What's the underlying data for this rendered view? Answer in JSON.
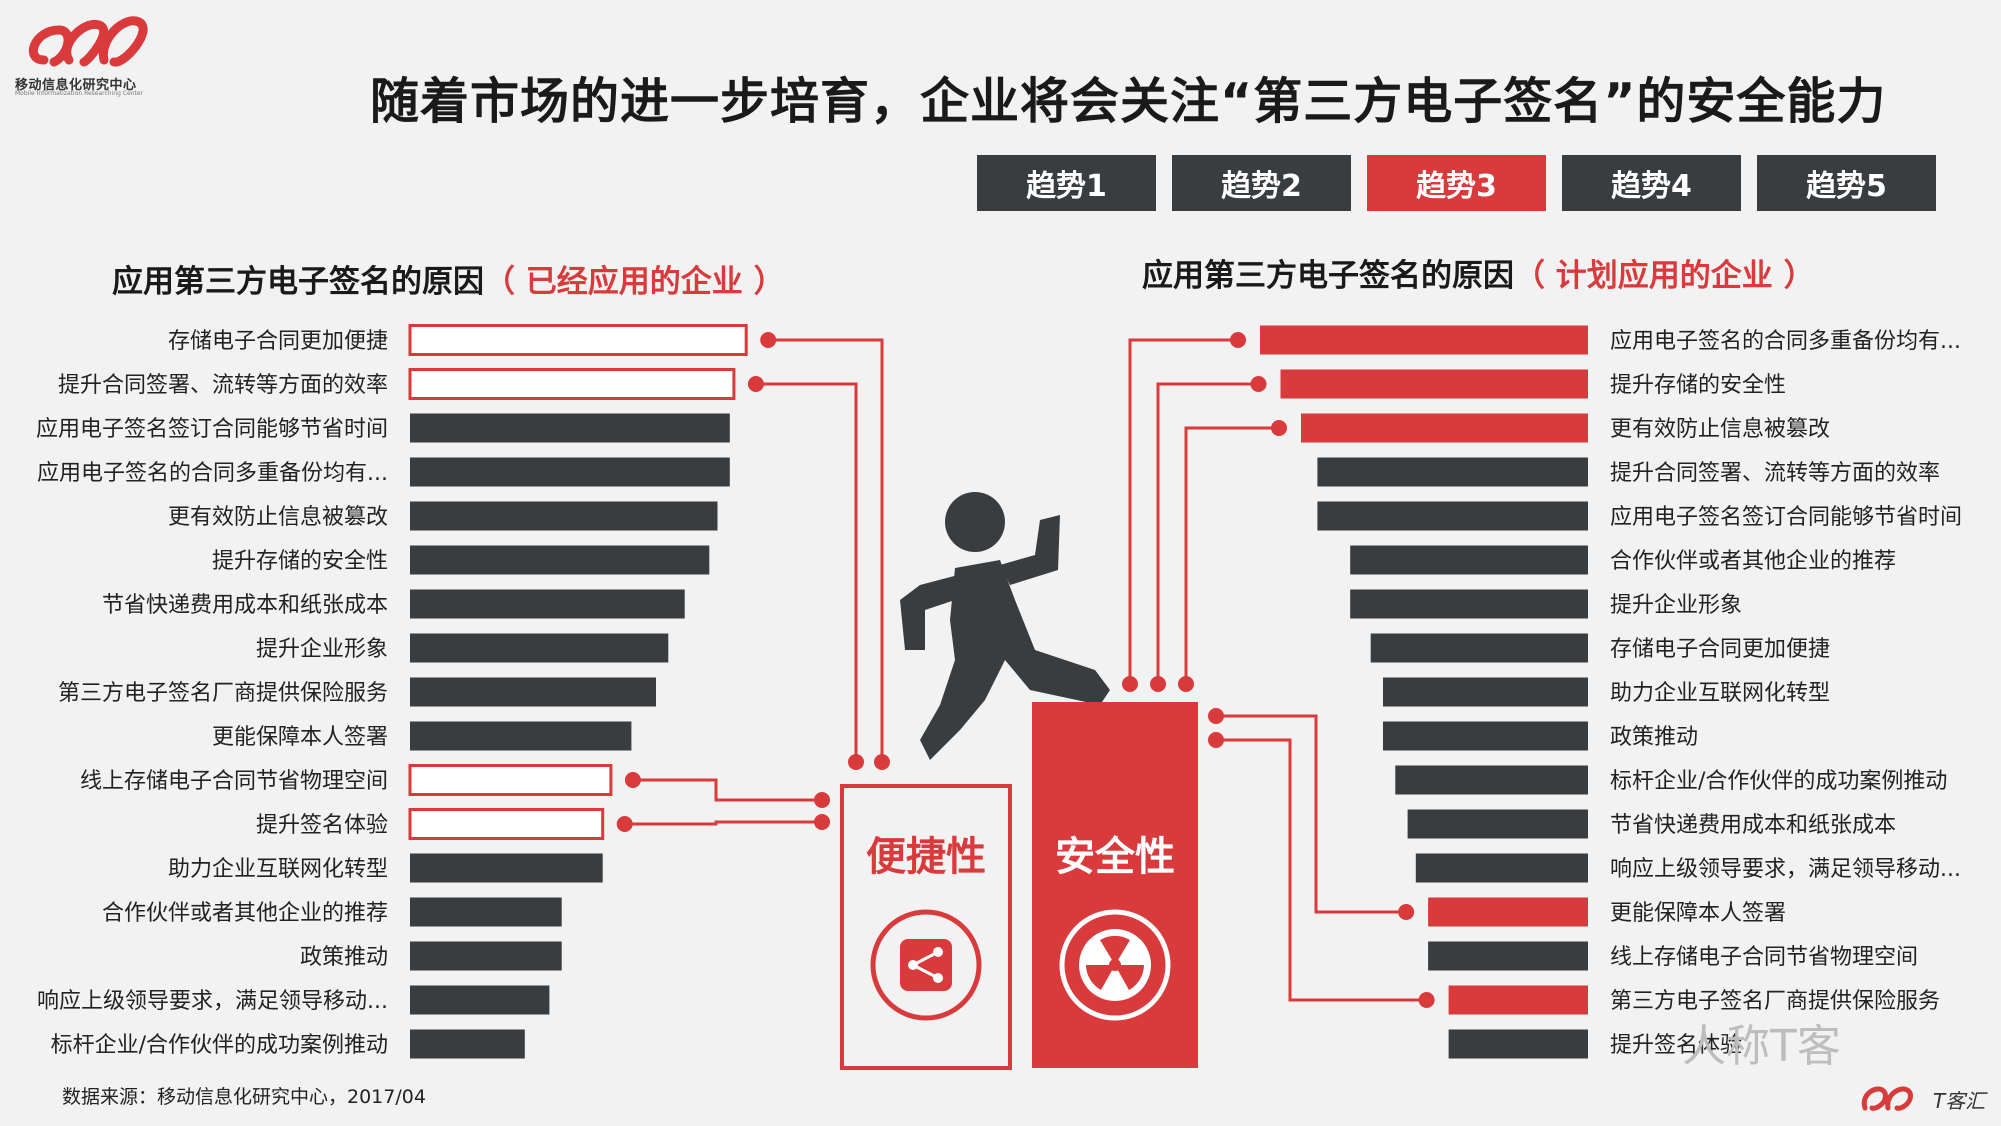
{
  "header": {
    "logo_name": "移动信息化研究中心",
    "logo_sub": "Mobile Informatization Researching Center",
    "title": "随着市场的进一步培育，企业将会关注“第三方电子签名”的安全能力"
  },
  "tabs": [
    {
      "label": "趋势1",
      "active": false
    },
    {
      "label": "趋势2",
      "active": false
    },
    {
      "label": "趋势3",
      "active": true
    },
    {
      "label": "趋势4",
      "active": false
    },
    {
      "label": "趋势5",
      "active": false
    }
  ],
  "left_section": {
    "title_main": "应用第三方电子签名的原因",
    "title_accent": "（ 已经应用的企业 ）"
  },
  "right_section": {
    "title_main": "应用第三方电子签名的原因",
    "title_accent": "（ 计划应用的企业 ）"
  },
  "center": {
    "convenience_label": "便捷性",
    "security_label": "安全性",
    "convenience_icon": "share-icon",
    "security_icon": "radiation-icon"
  },
  "colors": {
    "accent": "#d93a3c",
    "dark_bar": "#3a3d40",
    "background": "#f2f2f2"
  },
  "footer": {
    "source": "数据来源：移动信息化研究中心，2017/04",
    "watermark": "人称T客",
    "brand": "T客汇"
  },
  "chart_data": [
    {
      "type": "bar",
      "orientation": "horizontal",
      "categories": [
        "存储电子合同更加便捷",
        "提升合同签署、流转等方面的效率",
        "应用电子签名签订合同能够节省时间",
        "应用电子签名的合同多重备份均有...",
        "更有效防止信息被篡改",
        "提升存储的安全性",
        "节省快递费用成本和纸张成本",
        "提升企业形象",
        "第三方电子签名厂商提供保险服务",
        "更能保障本人签署",
        "线上存储电子合同节省物理空间",
        "提升签名体验",
        "助力企业互联网化转型",
        "合作伙伴或者其他企业的推荐",
        "政策推动",
        "响应上级领导要求，满足领导移动...",
        "标杆企业/合作伙伴的成功案例推动"
      ],
      "values": [
        0.82,
        0.79,
        0.78,
        0.78,
        0.75,
        0.73,
        0.67,
        0.63,
        0.6,
        0.54,
        0.49,
        0.47,
        0.47,
        0.37,
        0.37,
        0.34,
        0.28
      ],
      "highlight": [
        "convenience",
        "convenience",
        "",
        "",
        "",
        "",
        "",
        "",
        "",
        "",
        "convenience",
        "convenience",
        "",
        "",
        "",
        "",
        ""
      ]
    },
    {
      "type": "bar",
      "orientation": "horizontal",
      "categories": [
        "应用电子签名的合同多重备份均有...",
        "提升存储的安全性",
        "更有效防止信息被篡改",
        "提升合同签署、流转等方面的效率",
        "应用电子签名签订合同能够节省时间",
        "合作伙伴或者其他企业的推荐",
        "提升企业形象",
        "存储电子合同更加便捷",
        "助力企业互联网化转型",
        "政策推动",
        "标杆企业/合作伙伴的成功案例推动",
        "节省快递费用成本和纸张成本",
        "响应上级领导要求，满足领导移动...",
        "更能保障本人签署",
        "线上存储电子合同节省物理空间",
        "第三方电子签名厂商提供保险服务",
        "提升签名体验"
      ],
      "values": [
        0.8,
        0.75,
        0.7,
        0.66,
        0.66,
        0.58,
        0.58,
        0.53,
        0.5,
        0.5,
        0.47,
        0.44,
        0.42,
        0.39,
        0.39,
        0.34,
        0.34
      ],
      "highlight": [
        "security",
        "security",
        "security",
        "",
        "",
        "",
        "",
        "",
        "",
        "",
        "",
        "",
        "",
        "security",
        "",
        "security",
        ""
      ]
    }
  ]
}
